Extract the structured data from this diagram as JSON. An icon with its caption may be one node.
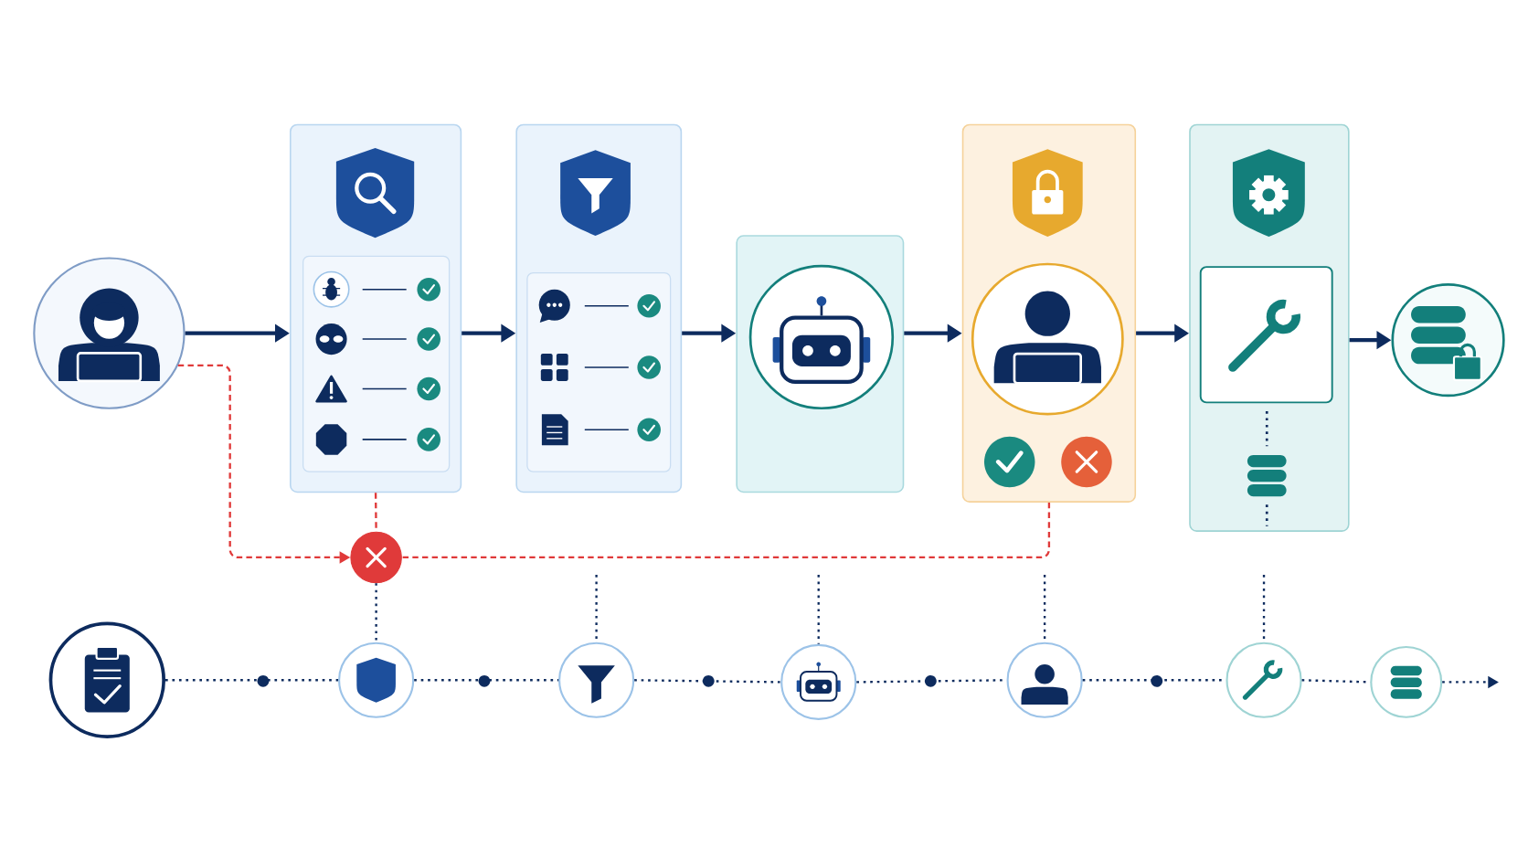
{
  "diagram": {
    "nodes": [
      {
        "text": [],
        "shape": "circle"
      },
      {
        "text": [],
        "shape": "box"
      },
      {
        "text": [],
        "shape": "box"
      },
      {
        "text": [],
        "shape": "box"
      },
      {
        "text": [],
        "shape": "box"
      },
      {
        "text": [],
        "shape": "box"
      },
      {
        "text": [],
        "shape": "circle"
      },
      {
        "text": [],
        "shape": "circle"
      },
      {
        "text": [],
        "shape": "circle"
      },
      {
        "text": [],
        "shape": "circle"
      },
      {
        "text": [],
        "shape": "circle"
      },
      {
        "text": [],
        "shape": "circle"
      },
      {
        "text": [],
        "shape": "circle"
      },
      {
        "text": [],
        "shape": "circle"
      },
      {
        "text": [],
        "shape": "circle"
      }
    ],
    "edges": [
      {
        "from": 0,
        "to": 1,
        "arrow": "to"
      },
      {
        "from": 1,
        "to": 2,
        "arrow": "to"
      },
      {
        "from": 2,
        "to": 3,
        "arrow": "to"
      },
      {
        "from": 3,
        "to": 4,
        "arrow": "to"
      },
      {
        "from": 4,
        "to": 5,
        "arrow": "to"
      },
      {
        "from": 5,
        "to": 6,
        "arrow": "to"
      },
      {
        "from": 0,
        "to": 7,
        "arrow": "to",
        "style": "dashed",
        "color": "#e03a3a"
      },
      {
        "from": 1,
        "to": 7,
        "arrow": "none",
        "style": "dashed",
        "color": "#e03a3a"
      },
      {
        "from": 4,
        "to": 7,
        "arrow": "none",
        "style": "dashed",
        "color": "#e03a3a"
      },
      {
        "from": 7,
        "to": 9,
        "arrow": "none",
        "style": "dashed"
      },
      {
        "from": null,
        "to": 10,
        "arrow": "none",
        "style": "dashed"
      },
      {
        "from": null,
        "to": 11,
        "arrow": "none",
        "style": "dashed"
      },
      {
        "from": null,
        "to": 12,
        "arrow": "none",
        "style": "dashed"
      },
      {
        "from": null,
        "to": 13,
        "arrow": "none",
        "style": "dashed"
      },
      {
        "from": 8,
        "to": 9,
        "arrow": "none",
        "style": "dashed"
      },
      {
        "from": 9,
        "to": 10,
        "arrow": "none",
        "style": "dashed"
      },
      {
        "from": 10,
        "to": 11,
        "arrow": "none",
        "style": "dashed"
      },
      {
        "from": 11,
        "to": 12,
        "arrow": "none",
        "style": "dashed"
      },
      {
        "from": 12,
        "to": 13,
        "arrow": "none",
        "style": "dashed"
      },
      {
        "from": 13,
        "to": 14,
        "arrow": "none",
        "style": "dashed"
      },
      {
        "from": 14,
        "to": null,
        "arrow": "to",
        "style": "dashed"
      }
    ]
  }
}
